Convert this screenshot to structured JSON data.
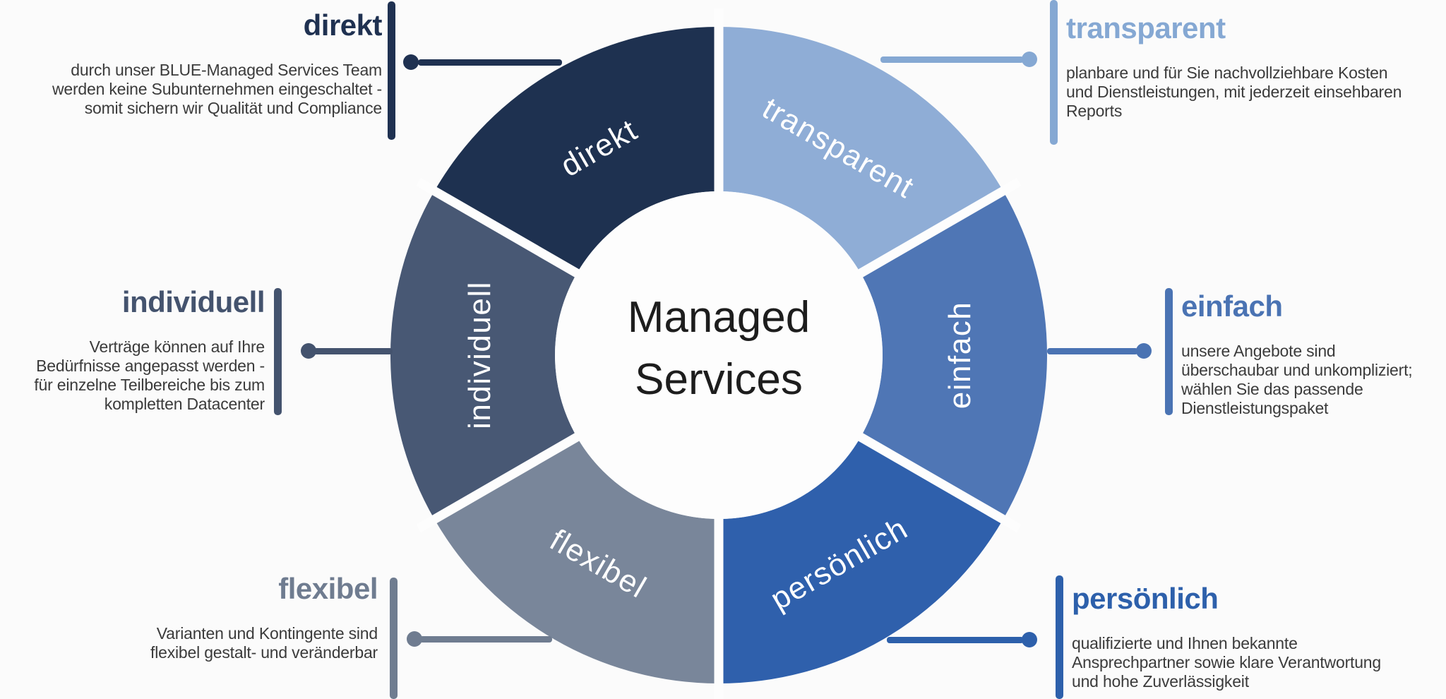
{
  "title": {
    "line1": "Managed",
    "line2": "Services"
  },
  "colors": {
    "background": "#fbfbfb",
    "divider": "#fdfdfd",
    "inner_circle": "#fdfdfd",
    "body_text": "#3b3b3b",
    "center_text": "#1d1d1d",
    "segment_label": "#ffffff"
  },
  "segments": [
    {
      "label": "direkt",
      "color": "#1e3150",
      "start_deg": 300,
      "end_deg": 360,
      "label_rotation": -30
    },
    {
      "label": "transparent",
      "color": "#8fadd6",
      "start_deg": 0,
      "end_deg": 60,
      "label_rotation": 30
    },
    {
      "label": "einfach",
      "color": "#4f76b5",
      "start_deg": 60,
      "end_deg": 120,
      "label_rotation": -90
    },
    {
      "label": "persönlich",
      "color": "#2f60ac",
      "start_deg": 120,
      "end_deg": 180,
      "label_rotation": -30
    },
    {
      "label": "flexibel",
      "color": "#79869a",
      "start_deg": 180,
      "end_deg": 240,
      "label_rotation": 30
    },
    {
      "label": "individuell",
      "color": "#485874",
      "start_deg": 240,
      "end_deg": 300,
      "label_rotation": -90
    }
  ],
  "callouts": [
    {
      "id": "direkt",
      "heading": "direkt",
      "accent": "#1f3151",
      "body": "durch unser BLUE-Managed Services Team\nwerden keine Subunternehmen eingeschaltet -\nsomit sichern wir Qualität und Compliance"
    },
    {
      "id": "transparent",
      "heading": "transparent",
      "accent": "#85a8d3",
      "body": "planbare und für Sie nachvollziehbare Kosten\nund Dienstleistungen, mit jederzeit einsehbaren\nReports"
    },
    {
      "id": "einfach",
      "heading": "einfach",
      "accent": "#4a73b3",
      "body": "unsere Angebote sind\nüberschaubar und unkompliziert;\nwählen Sie das passende\nDienstleistungspaket"
    },
    {
      "id": "persoenlich",
      "heading": "persönlich",
      "accent": "#2d60ab",
      "body": "qualifizierte und Ihnen bekannte\nAnsprechpartner sowie klare Verantwortung\nund hohe Zuverlässigkeit"
    },
    {
      "id": "flexibel",
      "heading": "flexibel",
      "accent": "#6f7c90",
      "body": "Varianten und Kontingente sind\nflexibel gestalt- und veränderbar"
    },
    {
      "id": "individuell",
      "heading": "individuell",
      "accent": "#44536e",
      "body": "Verträge können auf Ihre\nBedürfnisse angepasst werden -\nfür einzelne Teilbereiche bis zum\nkompletten Datacenter"
    }
  ]
}
